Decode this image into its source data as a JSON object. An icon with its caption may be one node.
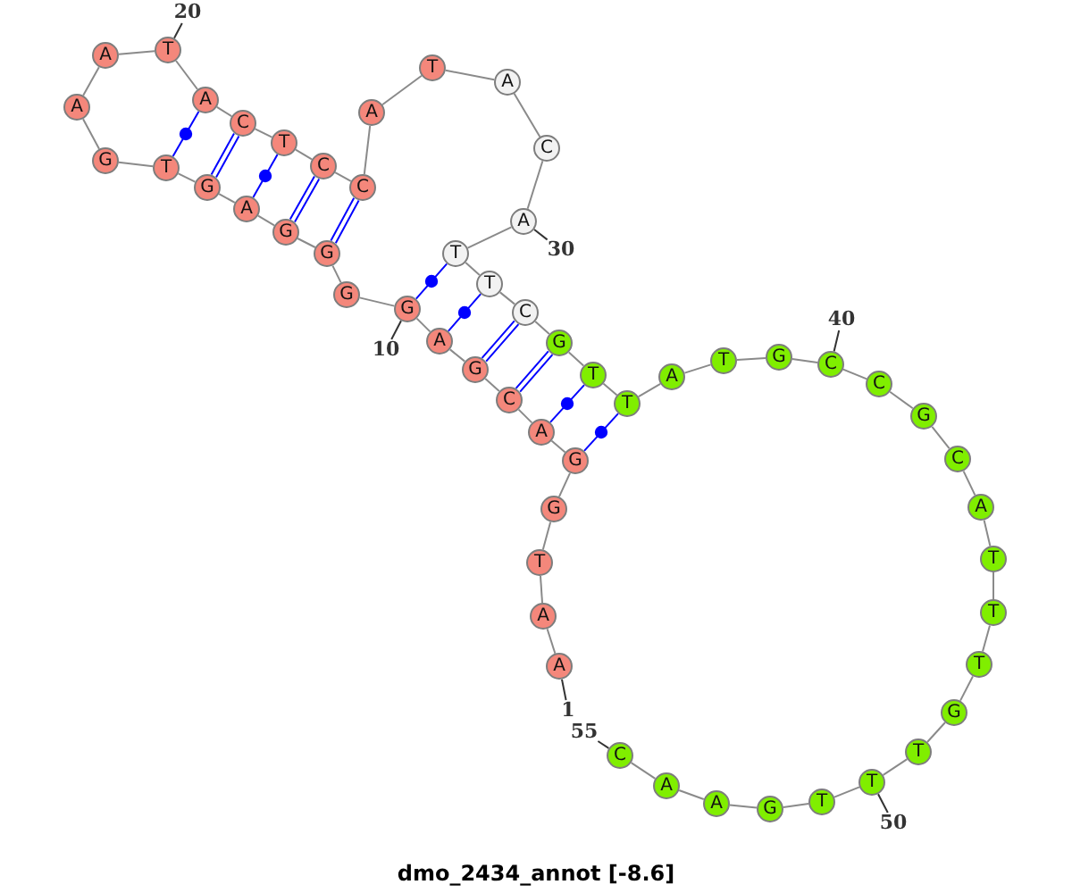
{
  "diagram": {
    "caption": "dmo_2434_annot [-8.6]",
    "nodes": [
      {
        "text": [
          "A"
        ]
      },
      {
        "text": [
          "A"
        ]
      },
      {
        "text": [
          "T"
        ]
      },
      {
        "text": [
          "G"
        ]
      },
      {
        "text": [
          "G"
        ]
      },
      {
        "text": [
          "A"
        ]
      },
      {
        "text": [
          "C"
        ]
      },
      {
        "text": [
          "G"
        ]
      },
      {
        "text": [
          "A"
        ]
      },
      {
        "text": [
          "G"
        ]
      },
      {
        "text": [
          "G"
        ]
      },
      {
        "text": [
          "G"
        ]
      },
      {
        "text": [
          "G"
        ]
      },
      {
        "text": [
          "A"
        ]
      },
      {
        "text": [
          "G"
        ]
      },
      {
        "text": [
          "T"
        ]
      },
      {
        "text": [
          "G"
        ]
      },
      {
        "text": [
          "A"
        ]
      },
      {
        "text": [
          "A"
        ]
      },
      {
        "text": [
          "T"
        ]
      },
      {
        "text": [
          "A"
        ]
      },
      {
        "text": [
          "C"
        ]
      },
      {
        "text": [
          "T"
        ]
      },
      {
        "text": [
          "C"
        ]
      },
      {
        "text": [
          "C"
        ]
      },
      {
        "text": [
          "A"
        ]
      },
      {
        "text": [
          "T"
        ]
      },
      {
        "text": [
          "A"
        ]
      },
      {
        "text": [
          "C"
        ]
      },
      {
        "text": [
          "A"
        ]
      },
      {
        "text": [
          "T"
        ]
      },
      {
        "text": [
          "T"
        ]
      },
      {
        "text": [
          "C"
        ]
      },
      {
        "text": [
          "G"
        ]
      },
      {
        "text": [
          "T"
        ]
      },
      {
        "text": [
          "T"
        ]
      },
      {
        "text": [
          "A"
        ]
      },
      {
        "text": [
          "T"
        ]
      },
      {
        "text": [
          "G"
        ]
      },
      {
        "text": [
          "C"
        ]
      },
      {
        "text": [
          "C"
        ]
      },
      {
        "text": [
          "G"
        ]
      },
      {
        "text": [
          "C"
        ]
      },
      {
        "text": [
          "A"
        ]
      },
      {
        "text": [
          "T"
        ]
      },
      {
        "text": [
          "T"
        ]
      },
      {
        "text": [
          "T"
        ]
      },
      {
        "text": [
          "G"
        ]
      },
      {
        "text": [
          "T"
        ]
      },
      {
        "text": [
          "T"
        ]
      },
      {
        "text": [
          "T"
        ]
      },
      {
        "text": [
          "G"
        ]
      },
      {
        "text": [
          "A"
        ]
      },
      {
        "text": [
          "A"
        ]
      },
      {
        "text": [
          "C"
        ]
      },
      {
        "text": [
          "1"
        ]
      },
      {
        "text": [
          "10"
        ]
      },
      {
        "text": [
          "20"
        ]
      },
      {
        "text": [
          "30"
        ]
      },
      {
        "text": [
          "40"
        ]
      },
      {
        "text": [
          "50"
        ]
      },
      {
        "text": [
          "55"
        ]
      }
    ],
    "edges": [
      {
        "from": 0,
        "to": 1,
        "arrow": "none"
      },
      {
        "from": 1,
        "to": 2,
        "arrow": "none"
      },
      {
        "from": 2,
        "to": 3,
        "arrow": "none"
      },
      {
        "from": 3,
        "to": 4,
        "arrow": "none"
      },
      {
        "from": 4,
        "to": 5,
        "arrow": "none"
      },
      {
        "from": 5,
        "to": 6,
        "arrow": "none"
      },
      {
        "from": 6,
        "to": 7,
        "arrow": "none"
      },
      {
        "from": 7,
        "to": 8,
        "arrow": "none"
      },
      {
        "from": 8,
        "to": 9,
        "arrow": "none"
      },
      {
        "from": 9,
        "to": 10,
        "arrow": "none"
      },
      {
        "from": 10,
        "to": 11,
        "arrow": "none"
      },
      {
        "from": 11,
        "to": 12,
        "arrow": "none"
      },
      {
        "from": 12,
        "to": 13,
        "arrow": "none"
      },
      {
        "from": 13,
        "to": 14,
        "arrow": "none"
      },
      {
        "from": 14,
        "to": 15,
        "arrow": "none"
      },
      {
        "from": 15,
        "to": 16,
        "arrow": "none"
      },
      {
        "from": 16,
        "to": 17,
        "arrow": "none"
      },
      {
        "from": 17,
        "to": 18,
        "arrow": "none"
      },
      {
        "from": 18,
        "to": 19,
        "arrow": "none"
      },
      {
        "from": 19,
        "to": 20,
        "arrow": "none"
      },
      {
        "from": 20,
        "to": 21,
        "arrow": "none"
      },
      {
        "from": 21,
        "to": 22,
        "arrow": "none"
      },
      {
        "from": 22,
        "to": 23,
        "arrow": "none"
      },
      {
        "from": 23,
        "to": 24,
        "arrow": "none"
      },
      {
        "from": 24,
        "to": 25,
        "arrow": "none"
      },
      {
        "from": 25,
        "to": 26,
        "arrow": "none"
      },
      {
        "from": 26,
        "to": 27,
        "arrow": "none"
      },
      {
        "from": 27,
        "to": 28,
        "arrow": "none"
      },
      {
        "from": 28,
        "to": 29,
        "arrow": "none"
      },
      {
        "from": 29,
        "to": 30,
        "arrow": "none"
      },
      {
        "from": 30,
        "to": 31,
        "arrow": "none"
      },
      {
        "from": 31,
        "to": 32,
        "arrow": "none"
      },
      {
        "from": 32,
        "to": 33,
        "arrow": "none"
      },
      {
        "from": 33,
        "to": 34,
        "arrow": "none"
      },
      {
        "from": 34,
        "to": 35,
        "arrow": "none"
      },
      {
        "from": 35,
        "to": 36,
        "arrow": "none"
      },
      {
        "from": 36,
        "to": 37,
        "arrow": "none"
      },
      {
        "from": 37,
        "to": 38,
        "arrow": "none"
      },
      {
        "from": 38,
        "to": 39,
        "arrow": "none"
      },
      {
        "from": 39,
        "to": 40,
        "arrow": "none"
      },
      {
        "from": 40,
        "to": 41,
        "arrow": "none"
      },
      {
        "from": 41,
        "to": 42,
        "arrow": "none"
      },
      {
        "from": 42,
        "to": 43,
        "arrow": "none"
      },
      {
        "from": 43,
        "to": 44,
        "arrow": "none"
      },
      {
        "from": 44,
        "to": 45,
        "arrow": "none"
      },
      {
        "from": 45,
        "to": 46,
        "arrow": "none"
      },
      {
        "from": 46,
        "to": 47,
        "arrow": "none"
      },
      {
        "from": 47,
        "to": 48,
        "arrow": "none"
      },
      {
        "from": 48,
        "to": 49,
        "arrow": "none"
      },
      {
        "from": 49,
        "to": 50,
        "arrow": "none"
      },
      {
        "from": 50,
        "to": 51,
        "arrow": "none"
      },
      {
        "from": 51,
        "to": 52,
        "arrow": "none"
      },
      {
        "from": 52,
        "to": 53,
        "arrow": "none"
      },
      {
        "from": 53,
        "to": 54,
        "arrow": "none"
      },
      {
        "from": 4,
        "to": 35,
        "arrow": "none",
        "color": "#0000ff"
      },
      {
        "from": 5,
        "to": 34,
        "arrow": "none",
        "color": "#0000ff"
      },
      {
        "from": 6,
        "to": 33,
        "arrow": "none",
        "color": "#0000ff"
      },
      {
        "from": 7,
        "to": 32,
        "arrow": "none",
        "color": "#0000ff"
      },
      {
        "from": 8,
        "to": 31,
        "arrow": "none",
        "color": "#0000ff"
      },
      {
        "from": 9,
        "to": 30,
        "arrow": "none",
        "color": "#0000ff"
      },
      {
        "from": 11,
        "to": 24,
        "arrow": "none",
        "color": "#0000ff"
      },
      {
        "from": 12,
        "to": 23,
        "arrow": "none",
        "color": "#0000ff"
      },
      {
        "from": 13,
        "to": 22,
        "arrow": "none",
        "color": "#0000ff"
      },
      {
        "from": 14,
        "to": 21,
        "arrow": "none",
        "color": "#0000ff"
      },
      {
        "from": 15,
        "to": 20,
        "arrow": "none",
        "color": "#0000ff"
      },
      {
        "from": 55,
        "to": 0,
        "arrow": "none",
        "color": "#333333"
      },
      {
        "from": 56,
        "to": 9,
        "arrow": "none",
        "color": "#333333"
      },
      {
        "from": 57,
        "to": 19,
        "arrow": "none",
        "color": "#333333"
      },
      {
        "from": 58,
        "to": 29,
        "arrow": "none",
        "color": "#333333"
      },
      {
        "from": 59,
        "to": 39,
        "arrow": "none",
        "color": "#333333"
      },
      {
        "from": 60,
        "to": 49,
        "arrow": "none",
        "color": "#333333"
      },
      {
        "from": 61,
        "to": 54,
        "arrow": "none",
        "color": "#333333"
      }
    ]
  }
}
